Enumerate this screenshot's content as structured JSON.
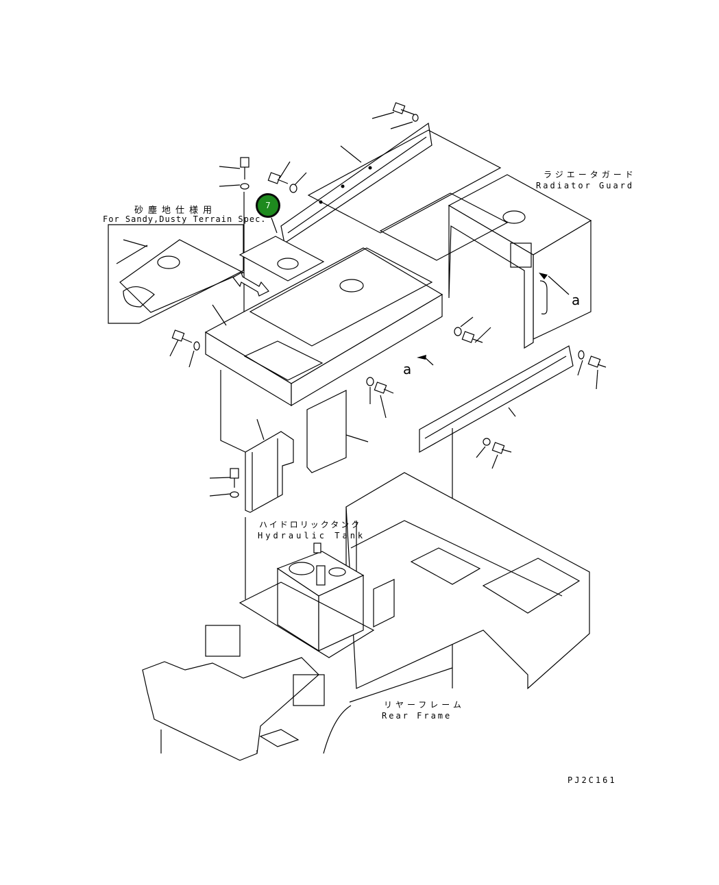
{
  "labels": {
    "sandy_jp": "砂塵地仕様用",
    "sandy_en": "For Sandy,Dusty Terrain Spec.",
    "radiator_jp": "ラジエータガード",
    "radiator_en": "Radiator Guard",
    "hydraulic_jp": "ハイドロリックタンク",
    "hydraulic_en": "Hydraulic Tank",
    "rear_jp": "リヤーフレーム",
    "rear_en": "Rear Frame",
    "view_a1": "a",
    "view_a2": "a",
    "drawing_code": "PJ2C161"
  },
  "callout": {
    "number": "7",
    "color": "#1e8a1e"
  }
}
